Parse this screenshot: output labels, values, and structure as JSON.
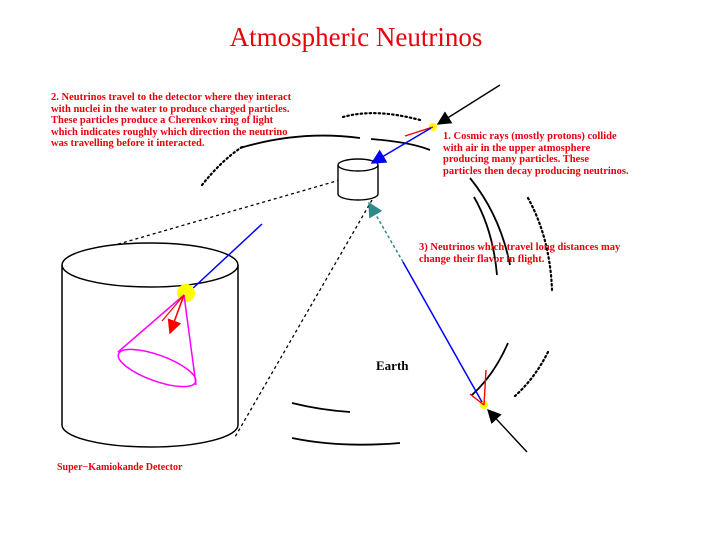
{
  "title": "Atmospheric Neutrinos",
  "notes": {
    "step1": "1. Cosmic rays (mostly protons) collide\nwith air in the upper atmosphere\nproducing many particles. These\nparticles then decay producing neutrinos.",
    "step2": "2. Neutrinos travel to the detector where they interact\nwith nuclei in the water to produce charged particles.\nThese particles produce a Cherenkov ring of light\nwhich indicates roughly which direction the neutrino\nwas travelling before it interacted.",
    "step3": "3) Neutrinos which travel long distances may\nchange their flavor in flight."
  },
  "labels": {
    "earth": "Earth",
    "detector": "Super−Kamiokande Detector"
  },
  "colors": {
    "annotation_text": "#e8000b",
    "neutrino_path": "#0000ff",
    "cosmic_ray": "#000000",
    "secondary_particle": "#ff0000",
    "cherenkov_cone": "#ff00ff",
    "interaction_flash": "#ffff00",
    "oscillation_arrow": "#2e8b8b"
  }
}
